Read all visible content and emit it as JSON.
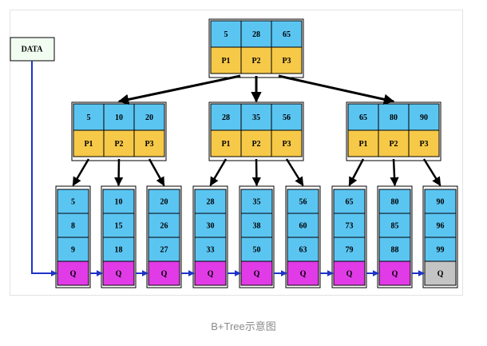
{
  "diagram": {
    "data_label": "DATA",
    "colors": {
      "key": "#5bc5f2",
      "pointer": "#f7c948",
      "leaf_pointer": "#e03be6",
      "leaf_last": "#c4c4c4",
      "tree_arrow": "#000000",
      "data_arrow": "#1f33c8",
      "data_box": "#f2fdf2"
    },
    "root": {
      "keys": [
        "5",
        "28",
        "65"
      ],
      "pointers": [
        "P1",
        "P2",
        "P3"
      ]
    },
    "internal": [
      {
        "keys": [
          "5",
          "10",
          "20"
        ],
        "pointers": [
          "P1",
          "P2",
          "P3"
        ]
      },
      {
        "keys": [
          "28",
          "35",
          "56"
        ],
        "pointers": [
          "P1",
          "P2",
          "P3"
        ]
      },
      {
        "keys": [
          "65",
          "80",
          "90"
        ],
        "pointers": [
          "P1",
          "P2",
          "P3"
        ]
      }
    ],
    "leaves": [
      {
        "keys": [
          "5",
          "8",
          "9"
        ],
        "pointer": "Q"
      },
      {
        "keys": [
          "10",
          "15",
          "18"
        ],
        "pointer": "Q"
      },
      {
        "keys": [
          "20",
          "26",
          "27"
        ],
        "pointer": "Q"
      },
      {
        "keys": [
          "28",
          "30",
          "33"
        ],
        "pointer": "Q"
      },
      {
        "keys": [
          "35",
          "38",
          "50"
        ],
        "pointer": "Q"
      },
      {
        "keys": [
          "56",
          "60",
          "63"
        ],
        "pointer": "Q"
      },
      {
        "keys": [
          "65",
          "73",
          "79"
        ],
        "pointer": "Q"
      },
      {
        "keys": [
          "80",
          "85",
          "88"
        ],
        "pointer": "Q"
      },
      {
        "keys": [
          "90",
          "96",
          "99"
        ],
        "pointer": "Q"
      }
    ]
  },
  "caption": "B+Tree示意图"
}
